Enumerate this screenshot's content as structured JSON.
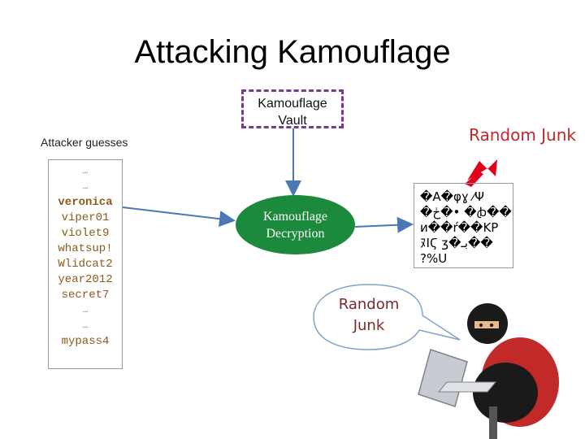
{
  "title": "Attacking Kamouflage",
  "vault": {
    "label_line1": "Kamouflage",
    "label_line2": "Vault"
  },
  "attacker_guesses": {
    "label": "Attacker guesses",
    "items": [
      "…",
      "…",
      "veronica",
      "viper01",
      "violet9",
      "whatsup!",
      "Wlidcat2",
      "year2012",
      "secret7",
      "…",
      "…",
      "mypass4"
    ]
  },
  "decryption": {
    "label_line1": "Kamouflage",
    "label_line2": "Decryption"
  },
  "random_junk": {
    "label": "Random Junk",
    "lines": [
      "�A�φɣ ⁄Ψ",
      "�ڂ�• �ꞗ��",
      "и��ŕ��KP",
      "ﾇΙϚ ʒ�ﺑـ��",
      "?%U"
    ]
  },
  "speech_bubble": {
    "line1": "Random",
    "line2": "Junk"
  },
  "colors": {
    "vault_border": "#7a3a8c",
    "decrypt_fill": "#1c8a3c",
    "arrow": "#4a78b5",
    "junk_arrow": "#e3001b",
    "junk_text": "#c0282b",
    "guess_text": "#8b5a1a"
  }
}
